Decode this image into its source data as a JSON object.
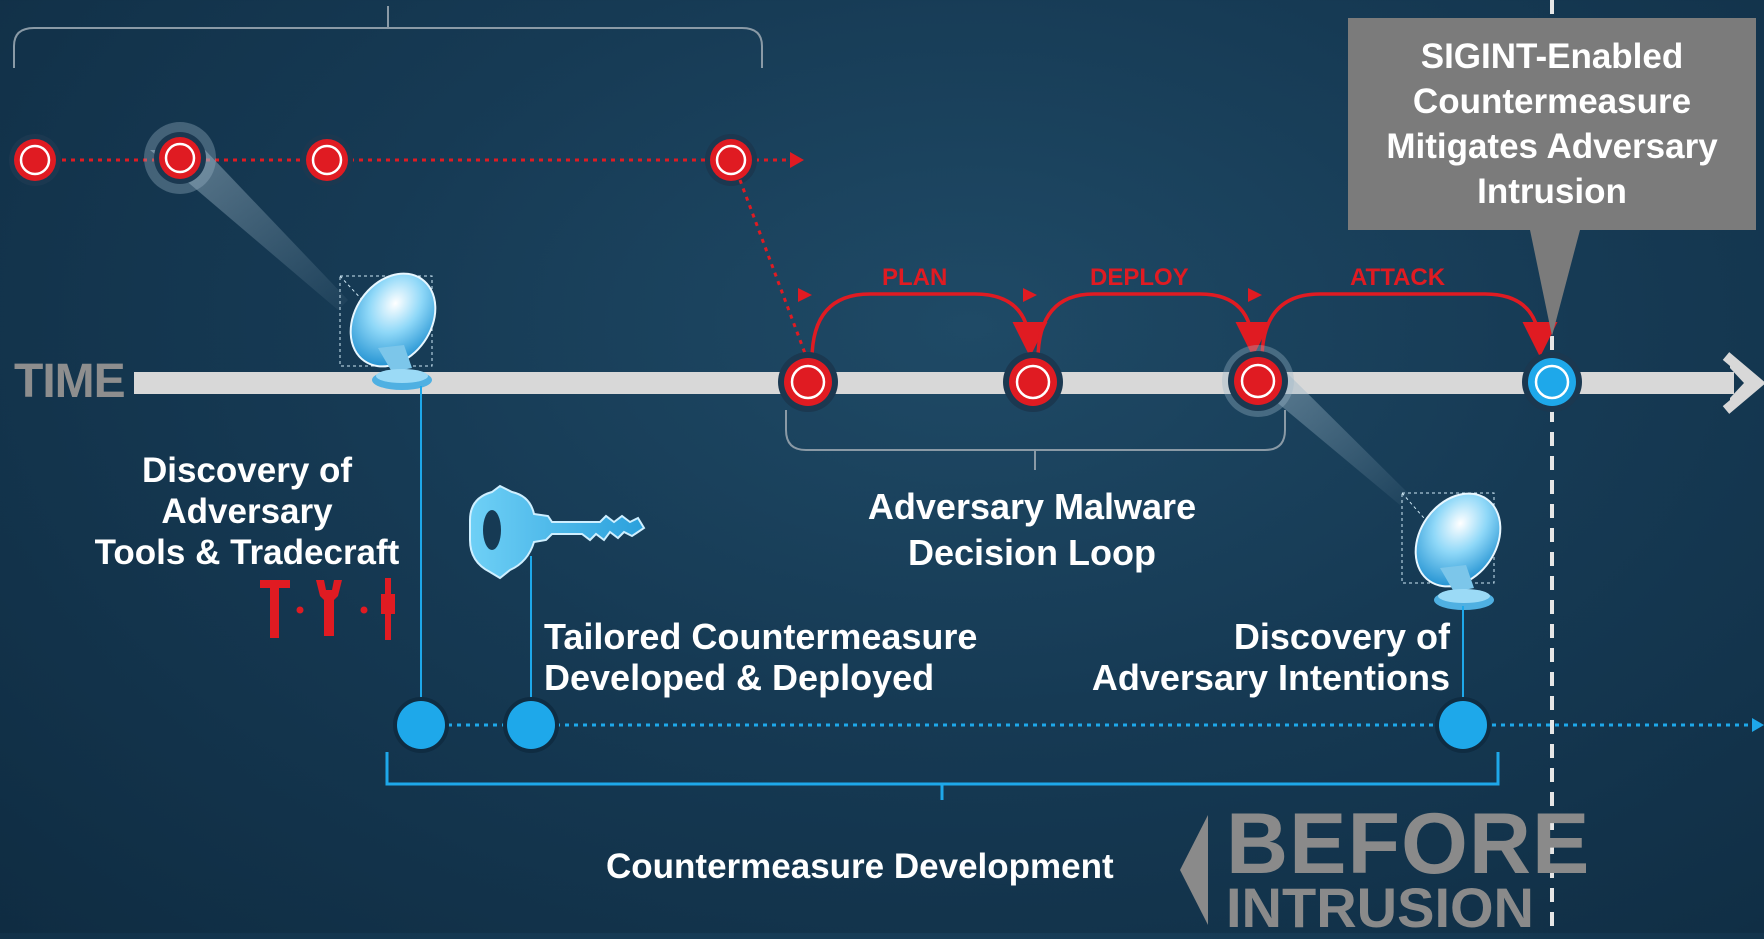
{
  "timeline": {
    "axis_label": "TIME"
  },
  "callout": {
    "lines": [
      "SIGINT-Enabled",
      "Countermeasure",
      "Mitigates Adversary",
      "Intrusion"
    ]
  },
  "decision_loop": {
    "steps": [
      "PLAN",
      "DEPLOY",
      "ATTACK"
    ],
    "label_lines": [
      "Adversary Malware",
      "Decision Loop"
    ]
  },
  "labels": {
    "discovery_tools": [
      "Discovery of",
      "Adversary",
      "Tools & Tradecraft"
    ],
    "tailored": [
      "Tailored Countermeasure",
      "Developed & Deployed"
    ],
    "discovery_intentions": [
      "Discovery of",
      "Adversary Intentions"
    ],
    "countermeasure_development": "Countermeasure Development"
  },
  "phase_stamp": {
    "word1": "BEFORE",
    "word2": "INTRUSION"
  },
  "colors": {
    "adversary_red": "#e01b22",
    "sigint_blue": "#1ea8ea",
    "timeline_gray": "#d8d8d8",
    "callout_gray": "#7b7b7b",
    "bracket_gray": "#8a9aa6"
  },
  "icons": [
    "satellite-dish-icon",
    "key-icon",
    "tools-icon",
    "timeline-arrow-icon"
  ]
}
